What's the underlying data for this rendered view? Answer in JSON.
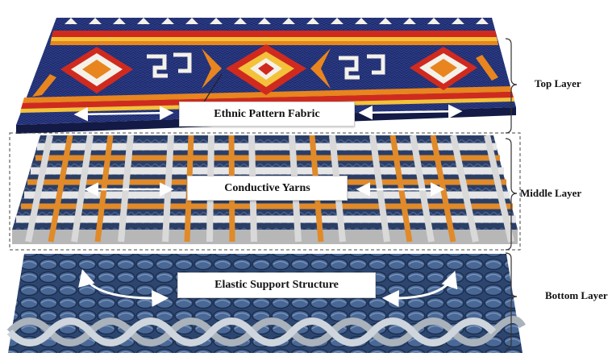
{
  "layers": {
    "top": {
      "label": "Top Layer",
      "callout": "Ethnic Pattern Fabric",
      "colors": {
        "navy": "#1d2a6b",
        "red": "#d02a1f",
        "orange": "#e8851e",
        "yellow": "#f3c23a",
        "white": "#f4f1ea"
      }
    },
    "middle": {
      "label": "Middle Layer",
      "callout": "Conductive Yarns",
      "colors": {
        "silver": "#d9d9d9",
        "copper": "#e08a2a",
        "navy": "#243a66"
      }
    },
    "bottom": {
      "label": "Bottom Layer",
      "callout": "Elastic Support Structure",
      "colors": {
        "blue": "#3d5a86",
        "darkblue": "#23385c",
        "grey": "#9aa3ad"
      }
    }
  },
  "icons": [
    "double-arrow-icon",
    "curved-arrow-icon",
    "bracket-icon"
  ]
}
